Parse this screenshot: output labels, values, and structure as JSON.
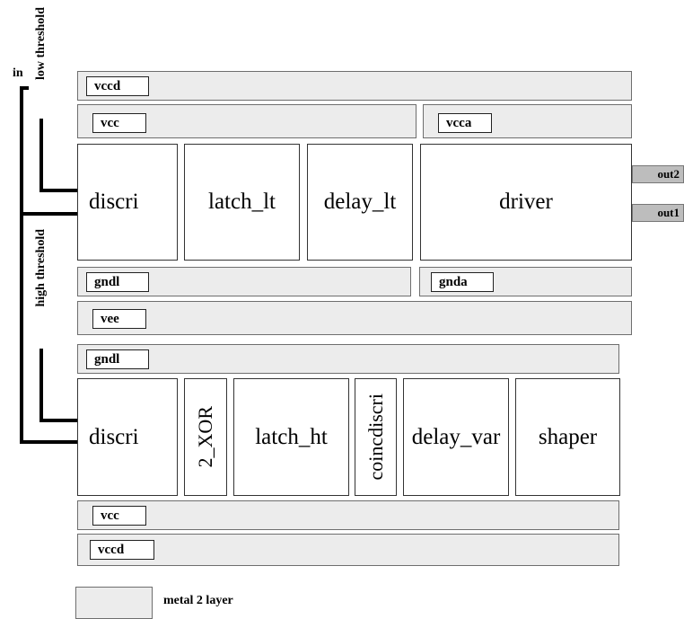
{
  "inputs": {
    "in": "in",
    "low_threshold": "low threshold",
    "high_threshold": "high threshold"
  },
  "top_section": {
    "rail_vccd": "vccd",
    "rail_vcc": "vcc",
    "rail_vcca": "vcca",
    "blocks": [
      "discri",
      "latch_lt",
      "delay_lt",
      "driver"
    ],
    "rail_gndl": "gndl",
    "rail_gnda": "gnda",
    "rail_vee": "vee"
  },
  "outputs": [
    "out2",
    "out1"
  ],
  "bottom_section": {
    "rail_gndl": "gndl",
    "blocks": [
      "discri",
      "2_XOR",
      "latch_ht",
      "coincdiscri",
      "delay_var",
      "shaper"
    ],
    "rail_vcc": "vcc",
    "rail_vccd": "vccd"
  },
  "legend": {
    "label": "metal 2 layer",
    "swatch_color": "#ececec"
  }
}
